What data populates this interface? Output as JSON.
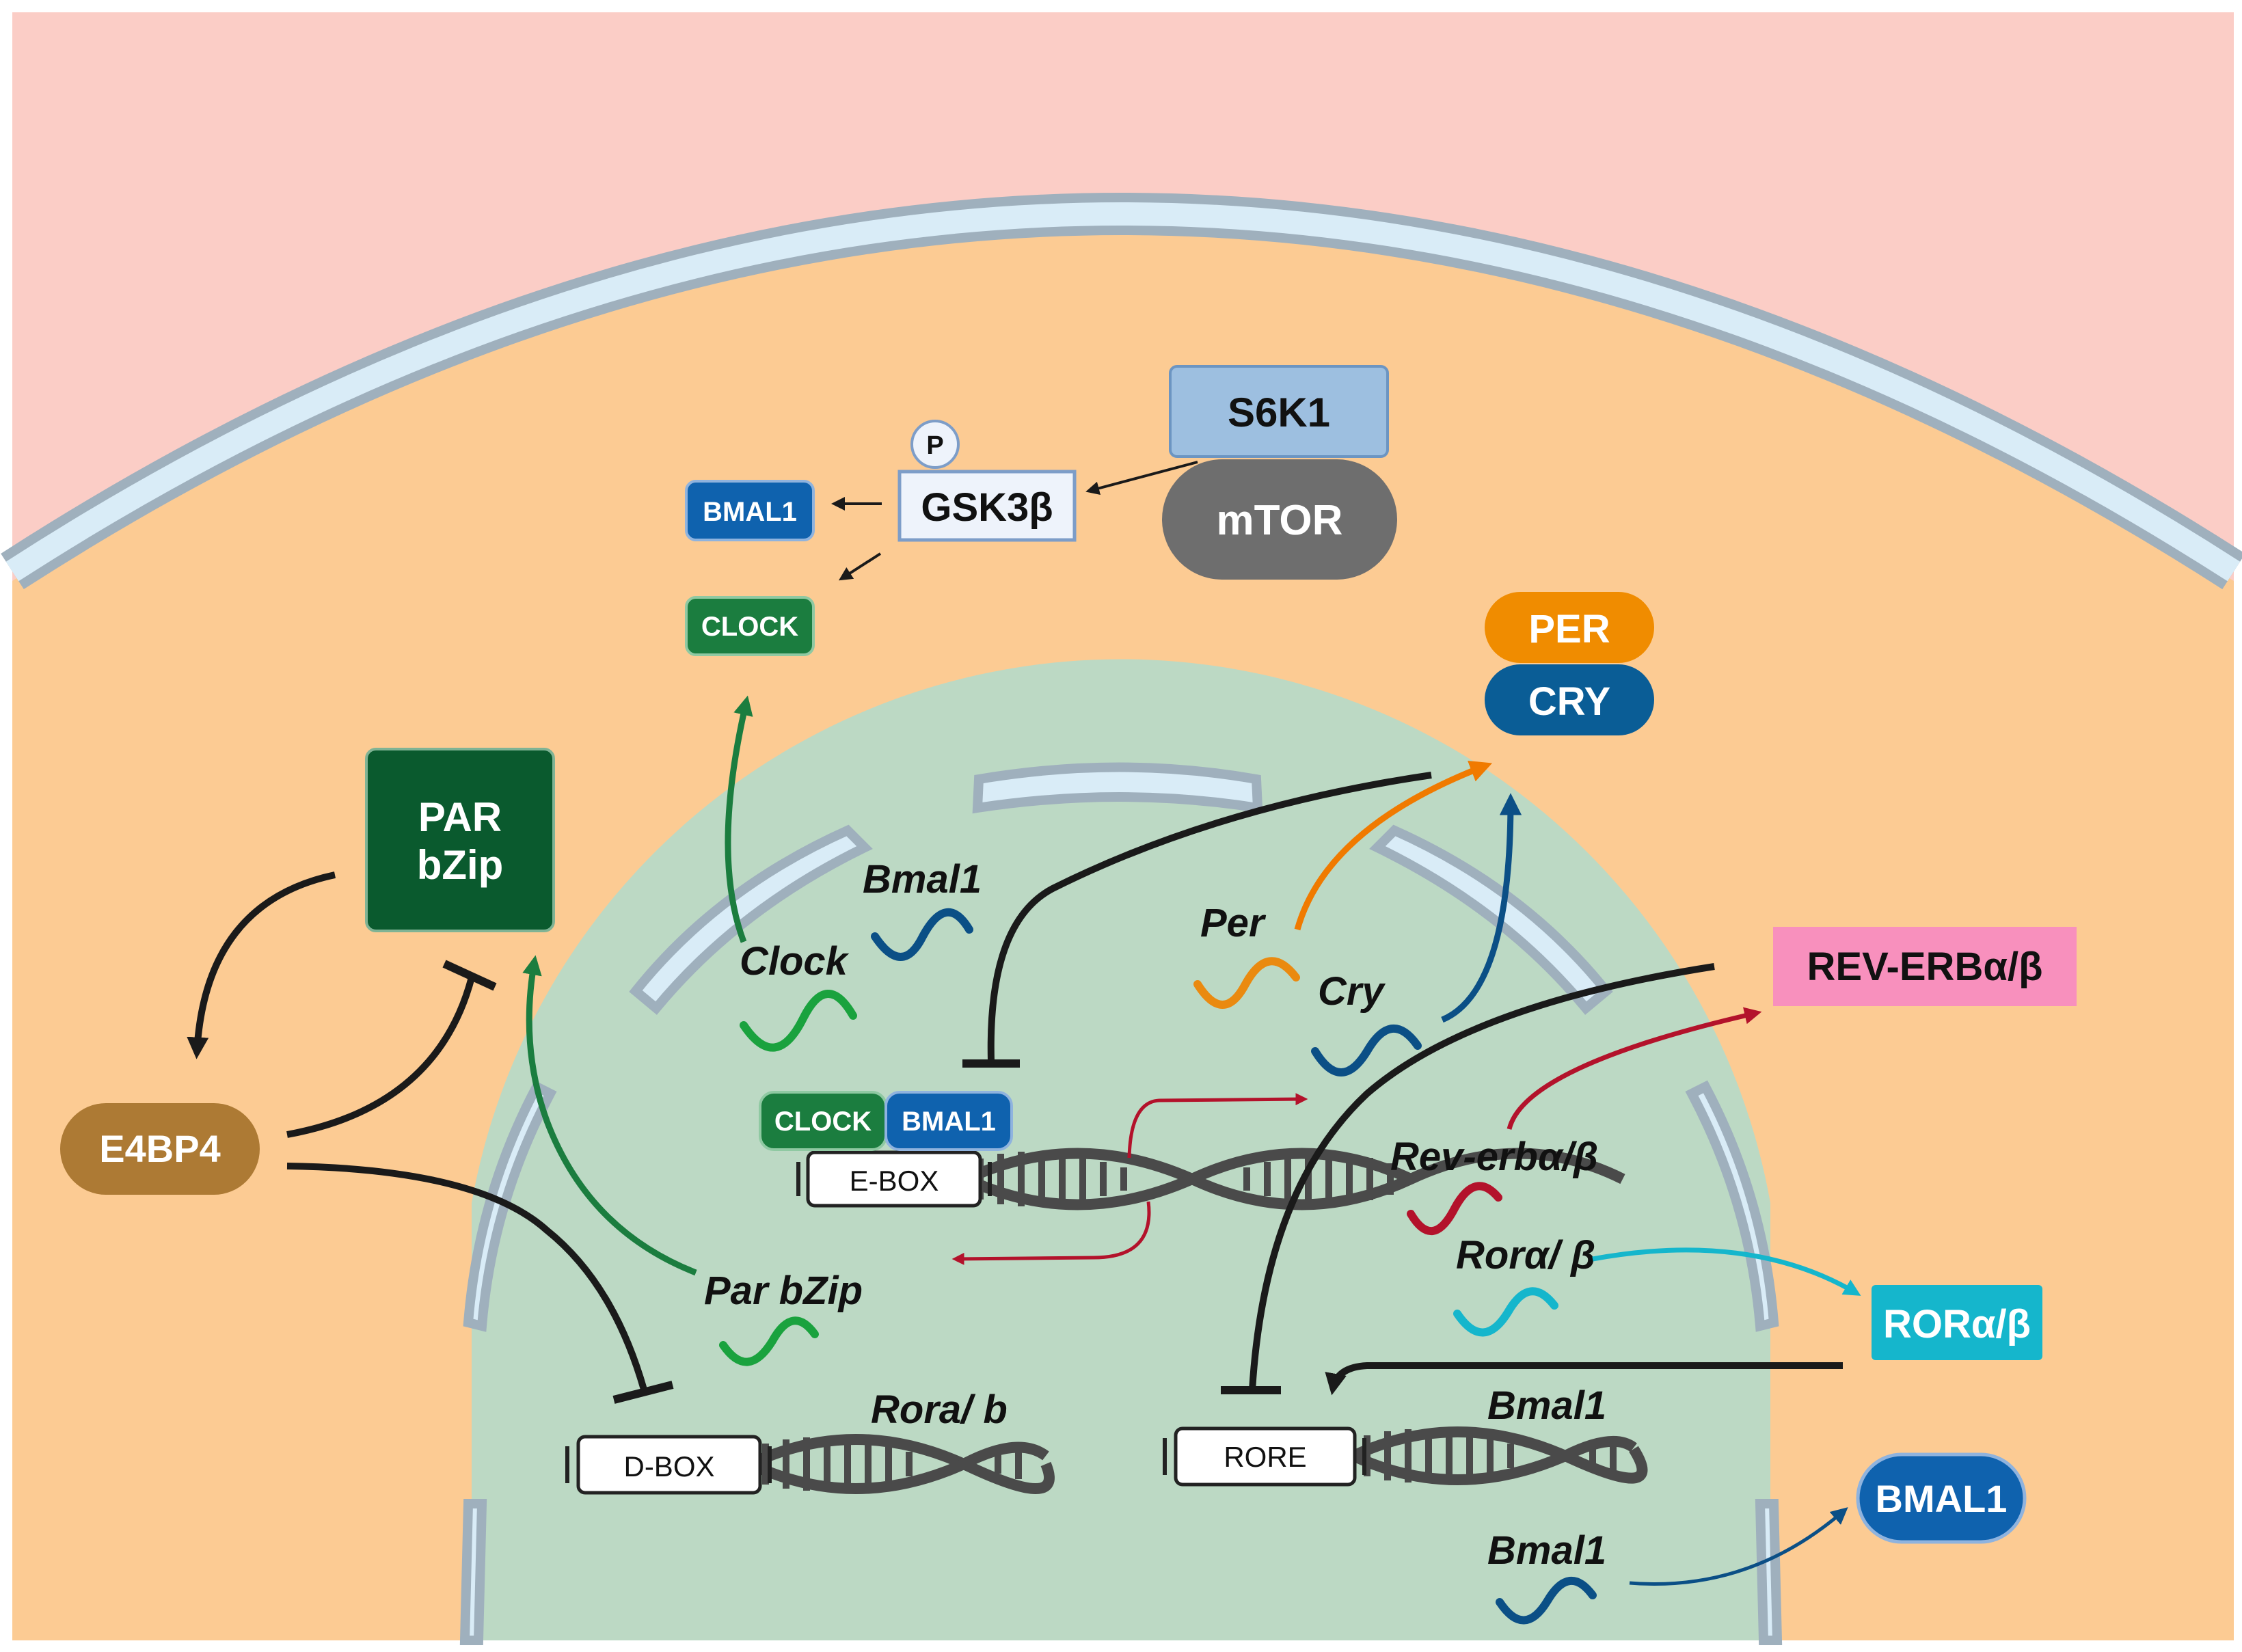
{
  "colors": {
    "extracellular": "#fbcdc6",
    "cytoplasm": "#fccb93",
    "membrane_stroke": "#9fb0bd",
    "membrane_fill": "#d9ecf7",
    "nucleus": "#bcd9c4",
    "clock_green": "#1b7d3f",
    "bmal_blue": "#0f62ae",
    "per_orange": "#f08c00",
    "cry_blue": "#0a5d96",
    "par_green": "#0a5a2e",
    "e4bp4_brown": "#ad7a34",
    "s6k1_blue": "#9dbfe0",
    "mtor_grey": "#6e6e6e",
    "reverb_pink": "#f890bd",
    "ror_cyan": "#15b6cc",
    "red_arrow": "#b3122b",
    "black_arrow": "#1a1a1a"
  },
  "icons": [
    "phosphate-icon",
    "dna-helix-icon",
    "mrna-icon"
  ],
  "proteins": {
    "s6k1": "S6K1",
    "mtor": "mTOR",
    "gsk3b": "GSK3β",
    "phospho": "P",
    "bmal1_small": "BMAL1",
    "clock_small": "CLOCK",
    "per": "PER",
    "cry": "CRY",
    "par_bzip_line1": "PAR",
    "par_bzip_line2": "bZip",
    "e4bp4": "E4BP4",
    "rev_erb": "REV-ERBα/β",
    "ror": "RORα/β",
    "bmal1_large": "BMAL1",
    "clock_on_dna": "CLOCK",
    "bmal1_on_dna": "BMAL1"
  },
  "elements": {
    "ebox": "E-BOX",
    "dbox": "D-BOX",
    "rore": "RORE"
  },
  "genes": {
    "bmal1_top": "Bmal1",
    "clock": "Clock",
    "per": "Per",
    "cry": "Cry",
    "rev_erb": "Rev-erbα/β",
    "ror": "Rorα/ β",
    "par_bzip": "Par bZip",
    "rora_b": "Rora/ b",
    "bmal1_rore": "Bmal1",
    "bmal1_bottom": "Bmal1"
  }
}
